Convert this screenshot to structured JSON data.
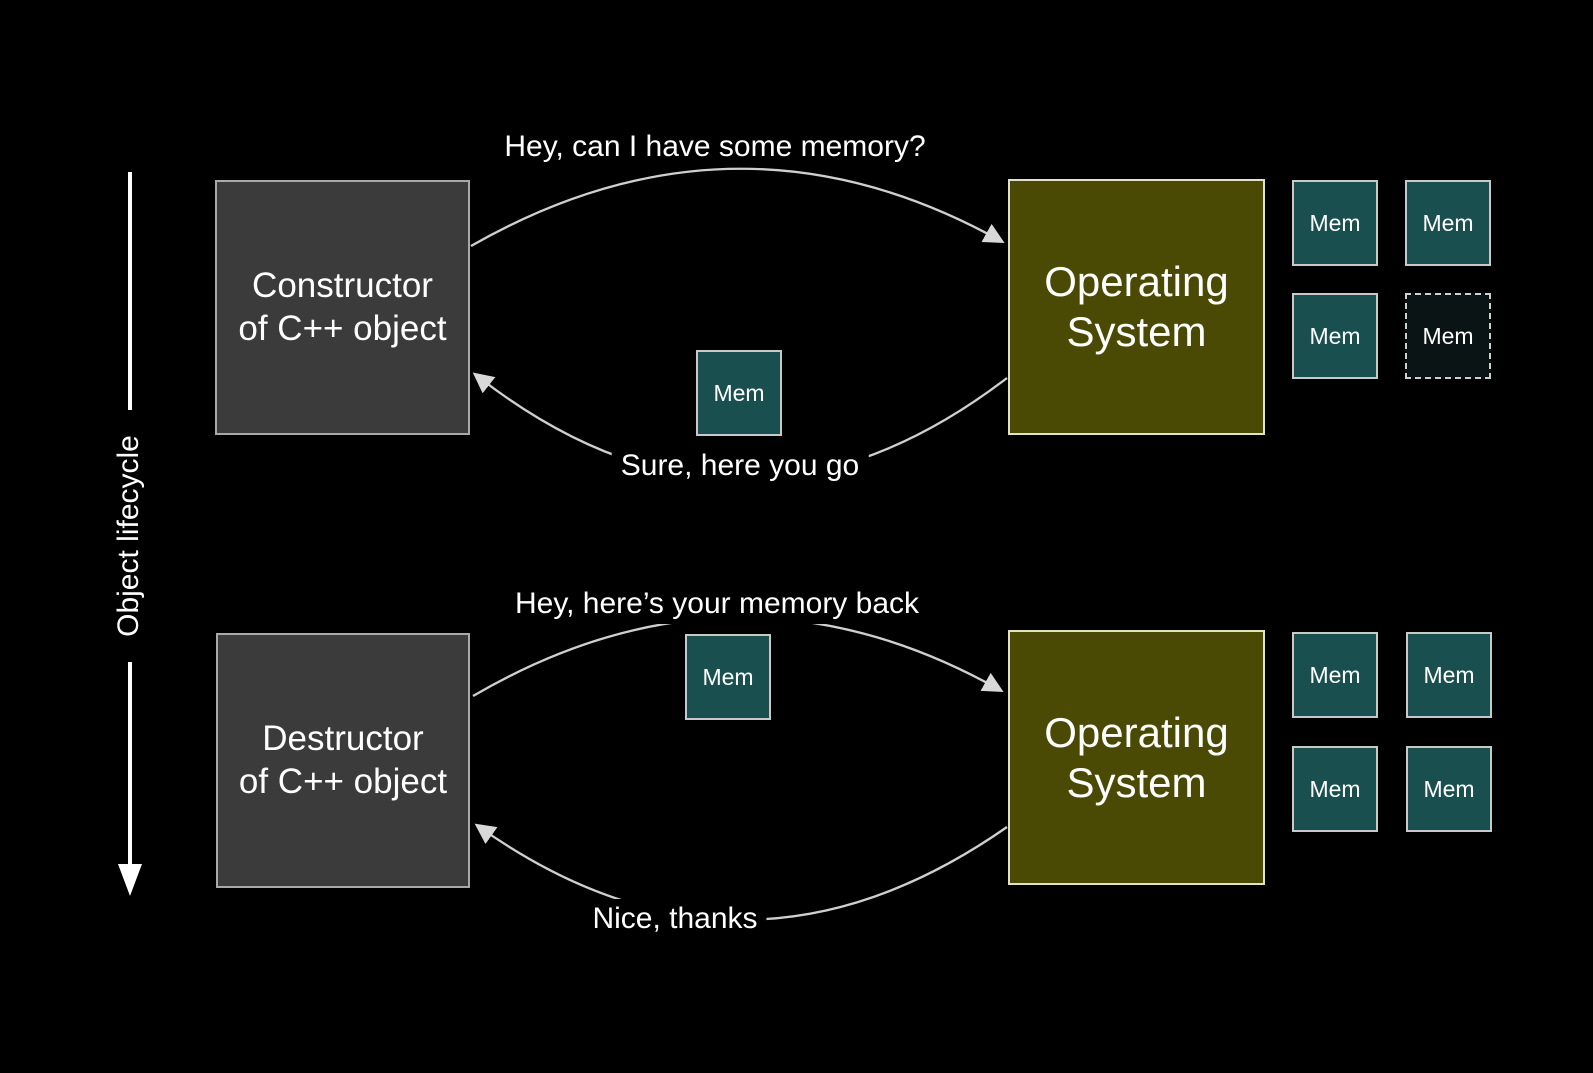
{
  "lifecycle": {
    "label": "Object lifecycle"
  },
  "top": {
    "left_box": {
      "line1": "Constructor",
      "line2": "of C++ object"
    },
    "os_box": {
      "line1": "Operating",
      "line2": "System"
    },
    "request_label": "Hey, can I have some memory?",
    "response_label": "Sure, here you go",
    "transfer_mem": {
      "label": "Mem"
    },
    "mem_grid": [
      {
        "label": "Mem",
        "style": "solid"
      },
      {
        "label": "Mem",
        "style": "solid"
      },
      {
        "label": "Mem",
        "style": "solid"
      },
      {
        "label": "Mem",
        "style": "dashed"
      }
    ]
  },
  "bottom": {
    "left_box": {
      "line1": "Destructor",
      "line2": "of C++ object"
    },
    "os_box": {
      "line1": "Operating",
      "line2": "System"
    },
    "request_label": "Hey, here’s your memory back",
    "response_label": "Nice, thanks",
    "transfer_mem": {
      "label": "Mem"
    },
    "mem_grid": [
      {
        "label": "Mem",
        "style": "solid"
      },
      {
        "label": "Mem",
        "style": "solid"
      },
      {
        "label": "Mem",
        "style": "solid"
      },
      {
        "label": "Mem",
        "style": "solid"
      }
    ]
  },
  "palette": {
    "background": "#000000",
    "object_box_fill": "#3b3b3b",
    "object_box_border": "#a9a9a9",
    "os_box_fill": "#4a4a05",
    "os_box_border": "#e3e3c4",
    "mem_fill": "#1a4f4f",
    "mem_border": "#c9c9c9",
    "mem_freed_fill": "#0b1414",
    "arrow_color": "#d4d4d4",
    "text_color": "#ffffff"
  }
}
